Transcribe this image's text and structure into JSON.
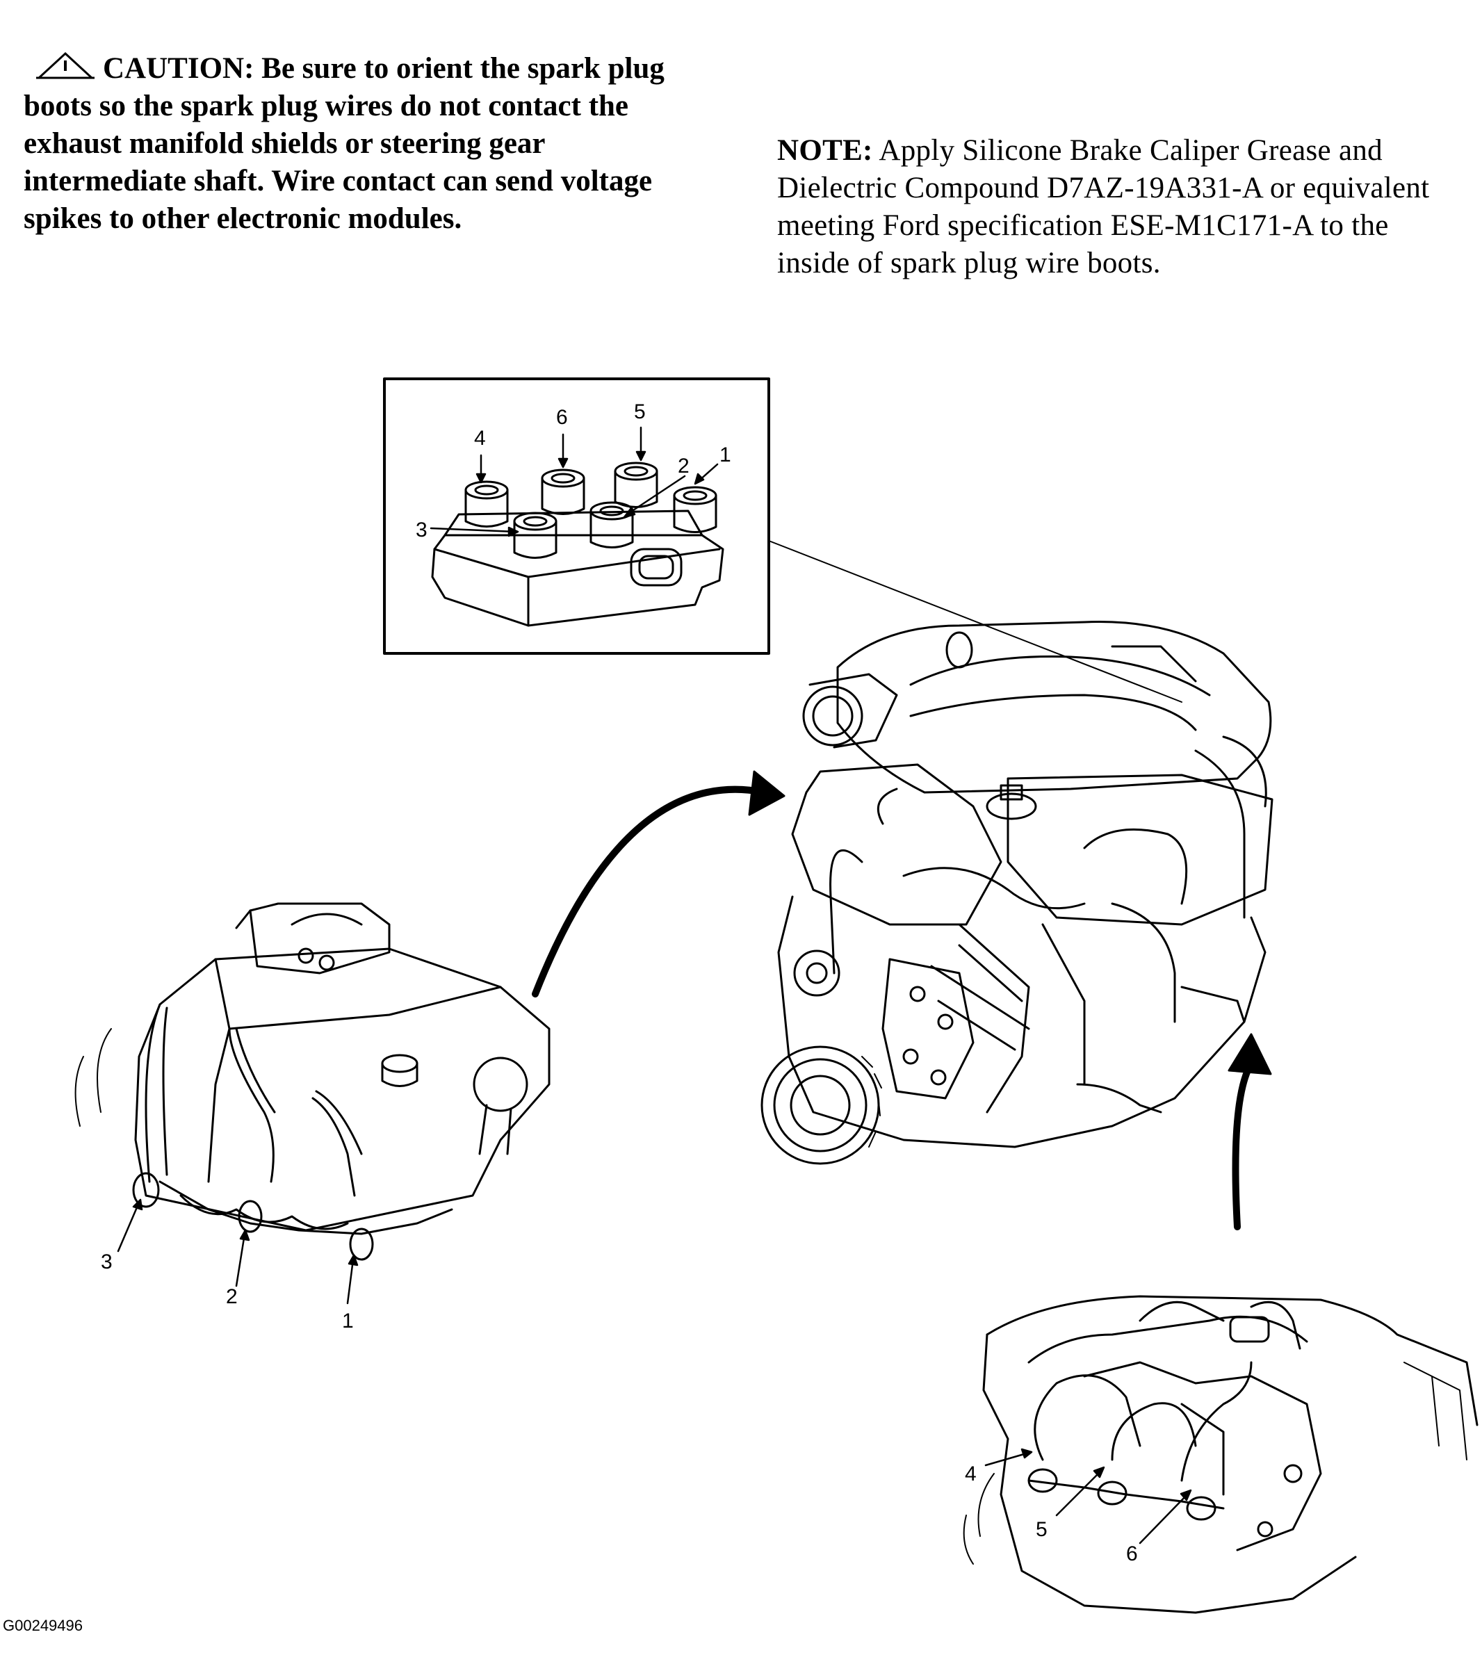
{
  "caution": {
    "label": "CAUTION:",
    "text": "Be sure to orient the spark plug boots so the spark plug wires do not contact the exhaust manifold shields or steering gear intermediate shaft. Wire contact can send voltage spikes to other electronic modules.",
    "icon": "warning-triangle-icon"
  },
  "note": {
    "label": "NOTE:",
    "text": "Apply Silicone Brake Caliper Grease and Dielectric Compound D7AZ-19A331-A or equivalent meeting Ford specification ESE-M1C171-A to the inside of spark plug wire boots."
  },
  "coil_inset": {
    "callouts": [
      "4",
      "6",
      "5",
      "2",
      "1",
      "3"
    ]
  },
  "left_bank": {
    "callouts": [
      "3",
      "2",
      "1"
    ]
  },
  "right_bank": {
    "callouts": [
      "4",
      "5",
      "6"
    ]
  },
  "figure_id": "G00249496"
}
